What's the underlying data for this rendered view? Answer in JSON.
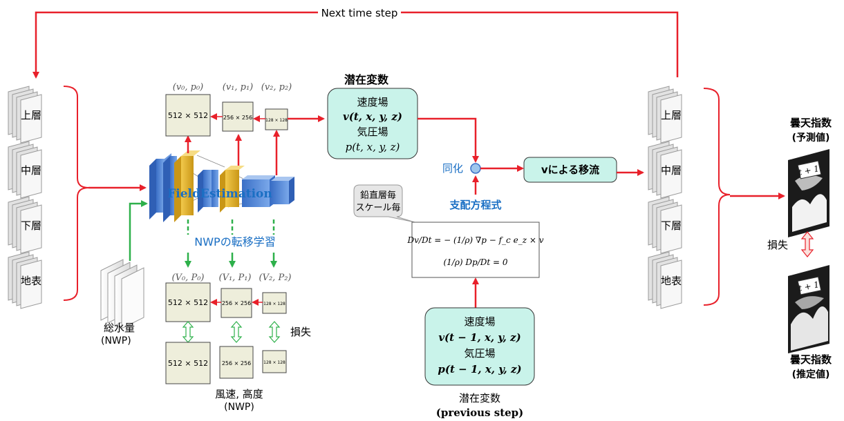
{
  "top_arrow": {
    "label": "Next time step"
  },
  "input_layers": [
    "上層",
    "中層",
    "下層",
    "地表"
  ],
  "output_layers": [
    "上層",
    "中層",
    "下層",
    "地表"
  ],
  "field_estimation": {
    "label": "FieldEstimation"
  },
  "latent_levels": [
    {
      "label": "(v₀, p₀)",
      "size": "512 × 512"
    },
    {
      "label": "(v₁, p₁)",
      "size": "256 × 256"
    },
    {
      "label": "(v₂, p₂)",
      "size": "128 × 128"
    }
  ],
  "nwp_levels": [
    {
      "label": "(V₀, P₀)",
      "size": "512 × 512"
    },
    {
      "label": "(V₁, P₁)",
      "size": "256 × 256"
    },
    {
      "label": "(V₂, P₂)",
      "size": "128 × 128"
    }
  ],
  "nwp_truth_sizes": [
    "512 × 512",
    "256 × 256",
    "128 × 128"
  ],
  "transfer_label": "NWPの転移学習",
  "loss_label": "損失",
  "total_water": {
    "line1": "総水量",
    "line2": "(NWP)"
  },
  "wind_height": {
    "line1": "風速, 高度",
    "line2": "(NWP)"
  },
  "latent_box": {
    "title": "潜在変数",
    "line1": "速度場",
    "line2": "v(t, x, y, z)",
    "line3": "気圧場",
    "line4": "p(t, x, y, z)"
  },
  "prev_box": {
    "line1": "速度場",
    "line2": "v(t − 1, x, y, z)",
    "line3": "気圧場",
    "line4": "p(t − 1, x, y, z)",
    "caption1": "潜在変数",
    "caption2": "(previous step)"
  },
  "assimilation_label": "同化",
  "advection_box": "vによる移流",
  "governing_label": "支配方程式",
  "callout": {
    "line1": "鉛直層毎",
    "line2": "スケール毎"
  },
  "equations": {
    "eq1": "Dv/Dt = − (1/ρ) ∇p − f_c e_z × v",
    "eq2": "(1/ρ) Dp/Dt = 0"
  },
  "cloud_pred": {
    "line1": "曇天指数",
    "line2": "(予測値)",
    "tile": "t + 1"
  },
  "cloud_est": {
    "line1": "曇天指数",
    "line2": "(推定値)",
    "tile": "t + 1"
  },
  "output_loss_label": "損失",
  "colors": {
    "red_arrow": "#e8202a",
    "green_arrow": "#2db04a",
    "latent_fill": "#c9f3ea",
    "blue_text": "#1a6fc4",
    "block_blue": "#4a86d8",
    "block_gold": "#e3b12a",
    "grid_fill": "#eeeedb"
  }
}
